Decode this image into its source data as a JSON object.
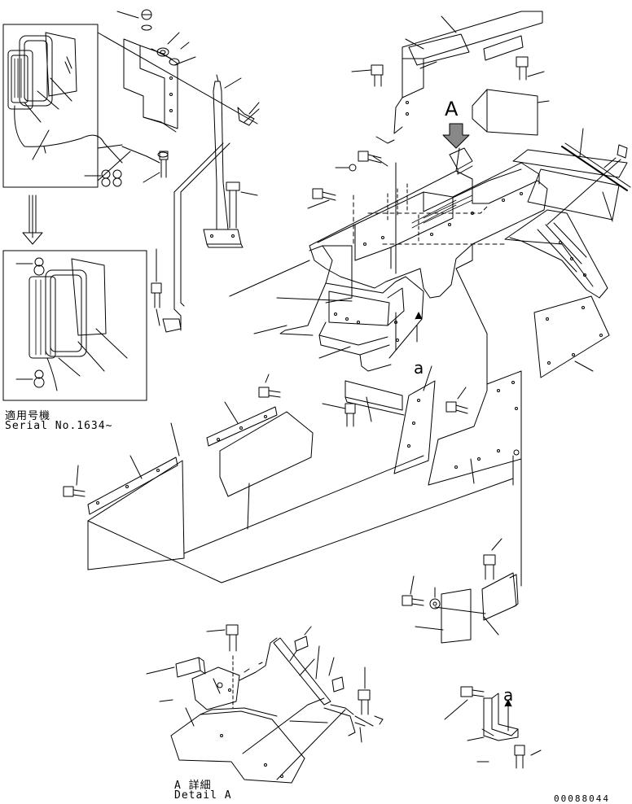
{
  "labels": {
    "view_a_marker": "A",
    "view_a_lower_marker": "a",
    "view_a_lower_marker_detail": "a",
    "serial_jp": "適用号機",
    "serial_en": "Serial No.1634~",
    "detail_jp": "A 詳細",
    "detail_en": "Detail A",
    "drawing_number": "00088044"
  },
  "colors": {
    "line": "#000000",
    "background": "#ffffff",
    "shade": "#888888"
  },
  "icons": {
    "view_arrow": "down-arrow-icon",
    "inset_arrow": "down-arrow-icon",
    "pointer_arrow": "up-arrow-icon"
  }
}
